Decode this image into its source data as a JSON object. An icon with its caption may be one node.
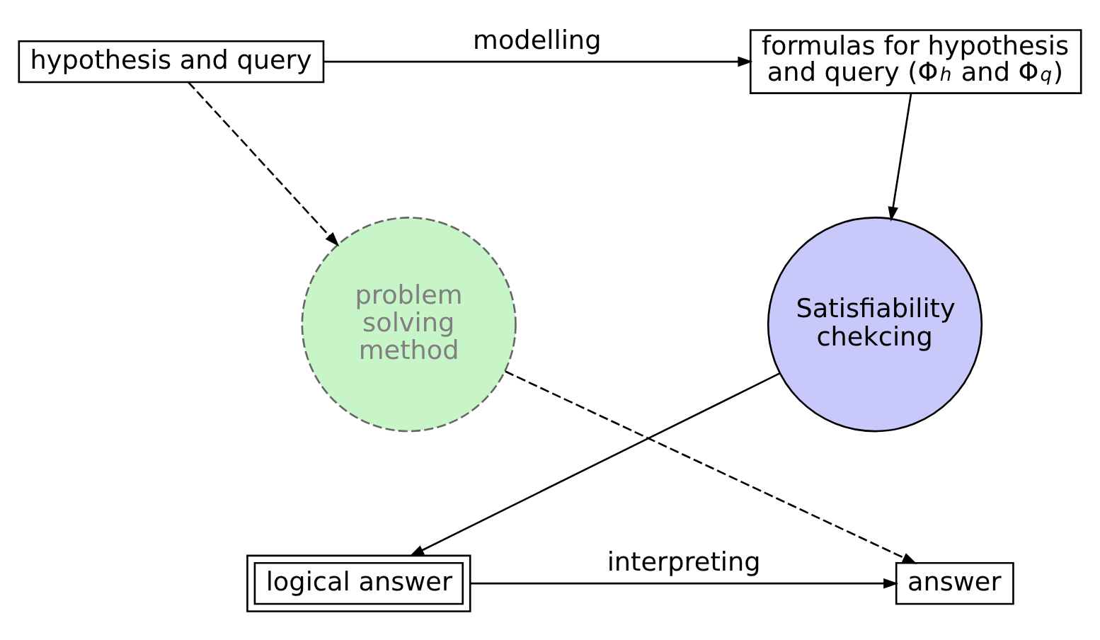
{
  "diagram": {
    "nodes": [
      {
        "text": [
          "hypothesis and query"
        ]
      },
      {
        "text": [
          "formulas for hypothesis and query (Φ$_{h}$ and Φ$_{q}$)"
        ]
      },
      {
        "text": [
          "problem solving method"
        ]
      },
      {
        "text": [
          "Satisfiability chekcing"
        ]
      },
      {
        "text": [
          "logical answer"
        ]
      },
      {
        "text": [
          "answer"
        ]
      }
    ],
    "edges": [
      {
        "from": 0,
        "to": 1,
        "arrow": "to",
        "label": "modelling"
      },
      {
        "from": 1,
        "to": 3,
        "arrow": "to"
      },
      {
        "from": 3,
        "to": 4,
        "arrow": "to"
      },
      {
        "from": 4,
        "to": 5,
        "arrow": "to",
        "label": "interpreting"
      },
      {
        "from": 0,
        "to": 2,
        "arrow": "to",
        "style": "dashed"
      },
      {
        "from": 2,
        "to": 5,
        "arrow": "to",
        "style": "dashed"
      }
    ]
  }
}
